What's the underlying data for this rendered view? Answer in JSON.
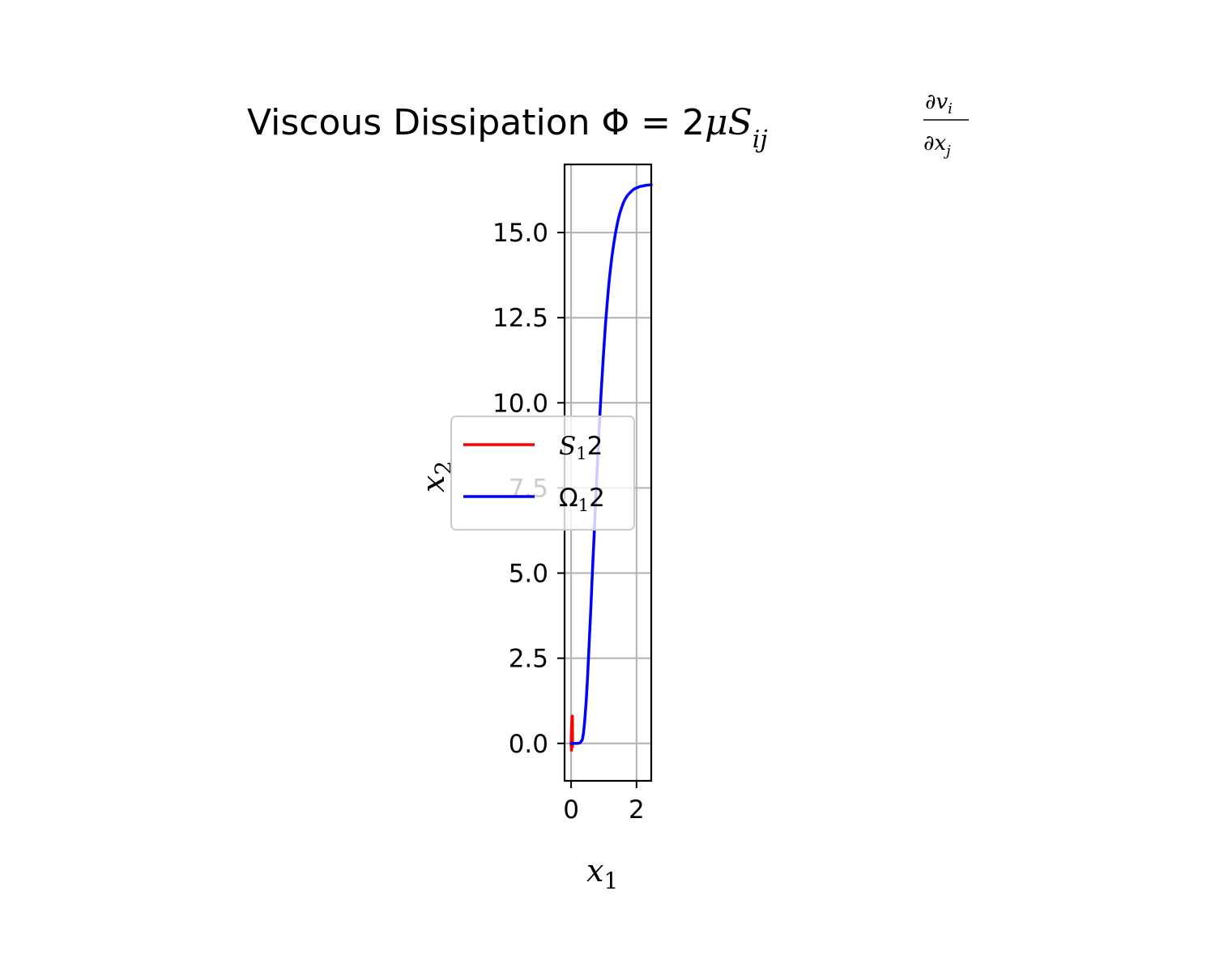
{
  "chart_data": {
    "type": "line",
    "title": {
      "prefix": "Viscous Dissipation ",
      "phi": "Φ",
      "eq": " = 2",
      "mu": "μ",
      "s": "S",
      "s_sub": "ij",
      "num": "∂v",
      "num_sub": "i",
      "den": "∂x",
      "den_sub": "j"
    },
    "xlabel": {
      "base": "x",
      "sub": "1"
    },
    "ylabel": {
      "base": "x",
      "sub": "2"
    },
    "xlim": [
      -0.2,
      2.45
    ],
    "ylim": [
      -1.1,
      17.0
    ],
    "xticks": [
      0,
      2
    ],
    "xtick_labels": [
      "0",
      "2"
    ],
    "yticks": [
      0.0,
      2.5,
      5.0,
      7.5,
      10.0,
      12.5,
      15.0
    ],
    "ytick_labels": [
      "0.0",
      "2.5",
      "5.0",
      "7.5",
      "10.0",
      "12.5",
      "15.0"
    ],
    "grid": true,
    "legend_position": "center-left",
    "series": [
      {
        "name": "S_12",
        "legend_base": "S",
        "legend_sub": "1",
        "legend_tail": "2",
        "color": "#ff0000",
        "x": [
          0.0,
          0.02,
          0.03,
          0.035,
          0.03,
          0.02,
          0.01,
          0.0,
          0.01,
          0.03,
          0.04,
          0.045,
          0.04,
          0.03
        ],
        "y": [
          0.0,
          0.3,
          0.6,
          0.8,
          0.3,
          -0.1,
          -0.2,
          0.0,
          0.4,
          0.8,
          0.8,
          0.2,
          -0.1,
          0.0
        ]
      },
      {
        "name": "Ω_12",
        "legend_base": "Ω",
        "legend_sub": "1",
        "legend_tail": "2",
        "color": "#0000ff",
        "x": [
          0.0,
          0.1,
          0.2,
          0.28,
          0.34,
          0.38,
          0.42,
          0.46,
          0.5,
          0.55,
          0.6,
          0.65,
          0.7,
          0.75,
          0.8,
          0.85,
          0.9,
          0.95,
          1.0,
          1.05,
          1.1,
          1.15,
          1.2,
          1.25,
          1.3,
          1.35,
          1.4,
          1.45,
          1.5,
          1.55,
          1.6,
          1.65,
          1.7,
          1.75,
          1.8,
          1.85,
          1.9,
          1.95,
          2.0,
          2.05,
          2.1,
          2.15,
          2.2,
          2.25,
          2.3,
          2.35,
          2.4,
          2.45
        ],
        "y": [
          0.0,
          0.0,
          0.0,
          0.02,
          0.1,
          0.3,
          0.7,
          1.2,
          1.9,
          2.9,
          3.9,
          5.0,
          6.0,
          7.1,
          8.1,
          9.1,
          10.0,
          10.8,
          11.6,
          12.3,
          12.9,
          13.45,
          13.9,
          14.3,
          14.65,
          14.95,
          15.2,
          15.42,
          15.6,
          15.75,
          15.88,
          15.98,
          16.06,
          16.12,
          16.17,
          16.22,
          16.26,
          16.29,
          16.31,
          16.33,
          16.35,
          16.36,
          16.37,
          16.38,
          16.39,
          16.39,
          16.4,
          16.4
        ]
      }
    ],
    "axis_color": "#000000",
    "grid_color": "#b0b0b0"
  }
}
